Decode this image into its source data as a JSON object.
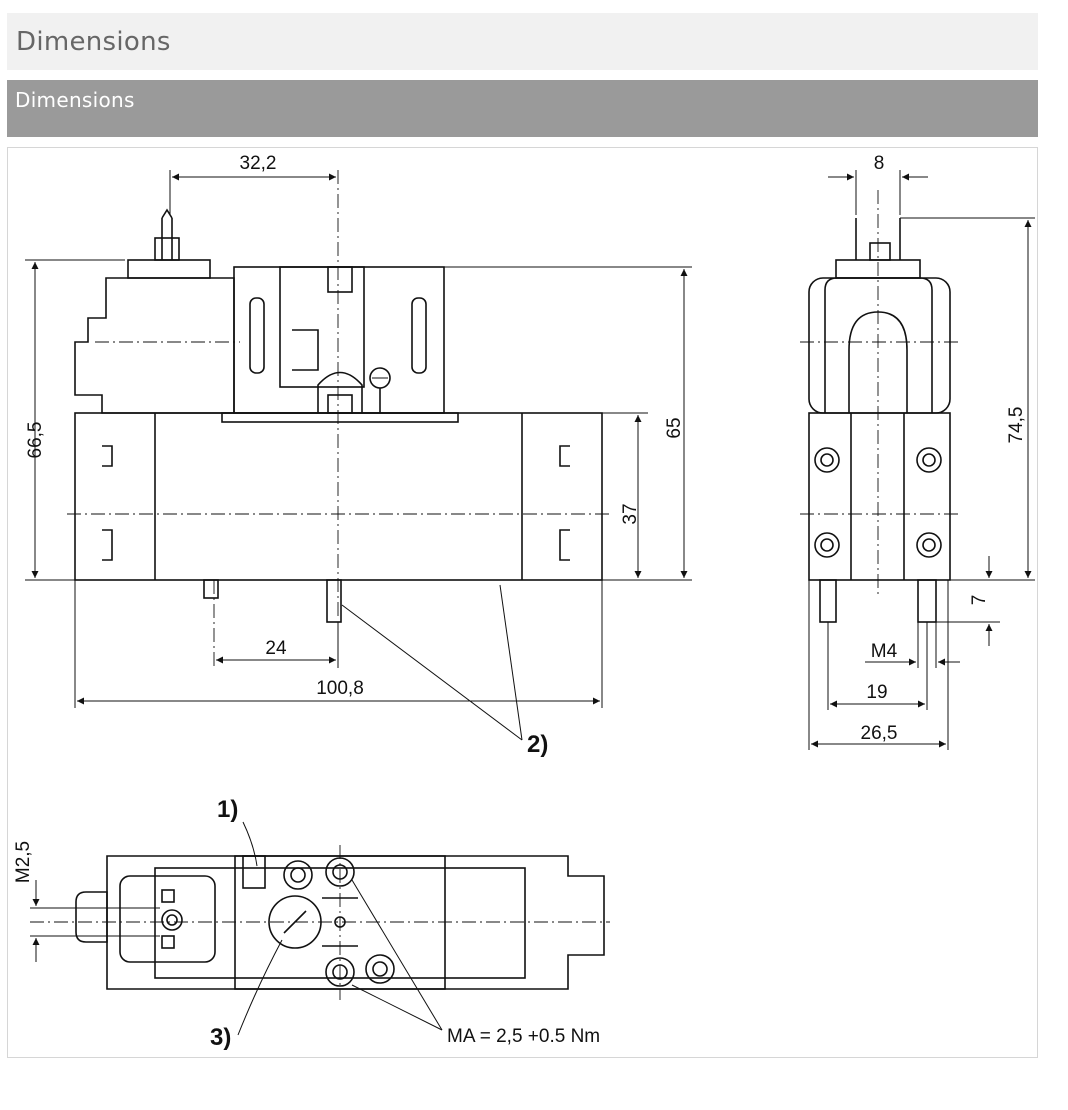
{
  "page": {
    "title": "Dimensions"
  },
  "section": {
    "title": "Dimensions"
  },
  "drawing": {
    "front_view": {
      "d_32_2": "32,2",
      "d_66_5": "66,5",
      "d_65": "65",
      "d_37": "37",
      "d_24": "24",
      "d_100_8": "100,8"
    },
    "side_view": {
      "d_8": "8",
      "d_74_5": "74,5",
      "d_7": "7",
      "d_m4": "M4",
      "d_19": "19",
      "d_26_5": "26,5"
    },
    "top_view": {
      "d_m2_5": "M2,5"
    },
    "notes": {
      "n1": "1)",
      "n2": "2)",
      "n3": "3)",
      "torque": "MA = 2,5 +0.5 Nm"
    }
  }
}
